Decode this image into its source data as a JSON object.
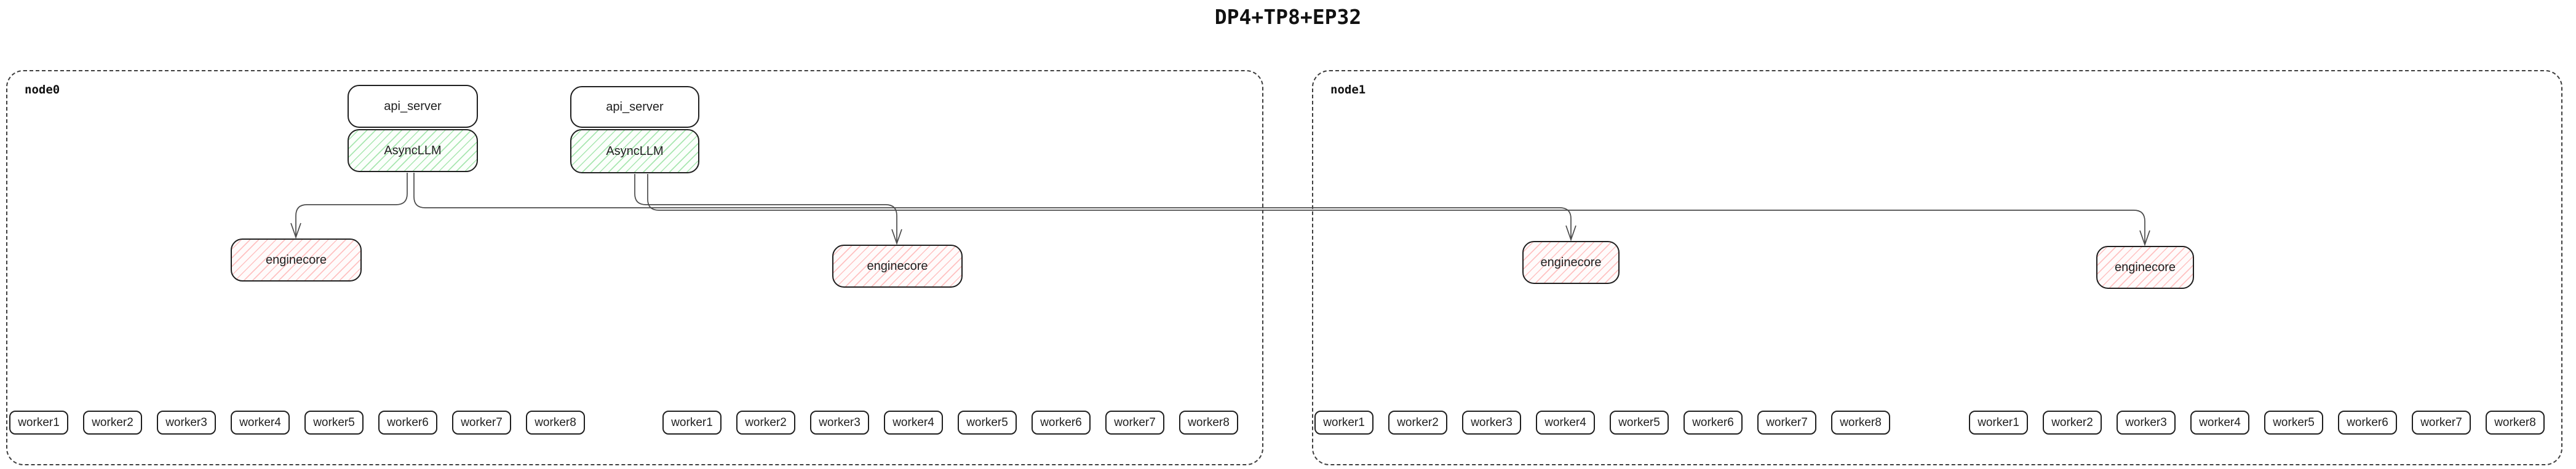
{
  "title": "DP4+TP8+EP32",
  "nodes": {
    "node0": {
      "label": "node0"
    },
    "node1": {
      "label": "node1"
    }
  },
  "labels": {
    "api_server": "api_server",
    "asyncllm": "AsyncLLM",
    "enginecore": "enginecore"
  },
  "worker_labels": [
    "worker1",
    "worker2",
    "worker3",
    "worker4",
    "worker5",
    "worker6",
    "worker7",
    "worker8"
  ],
  "colors": {
    "ink": "#1f1f1f",
    "edge": "#4a4a4a",
    "asyncllm-hatch": "#a8e6b0",
    "asyncllm-bg": "#fbfffb",
    "enginecore-hatch": "#ffc1c1",
    "enginecore-bg": "#fffbfb"
  }
}
